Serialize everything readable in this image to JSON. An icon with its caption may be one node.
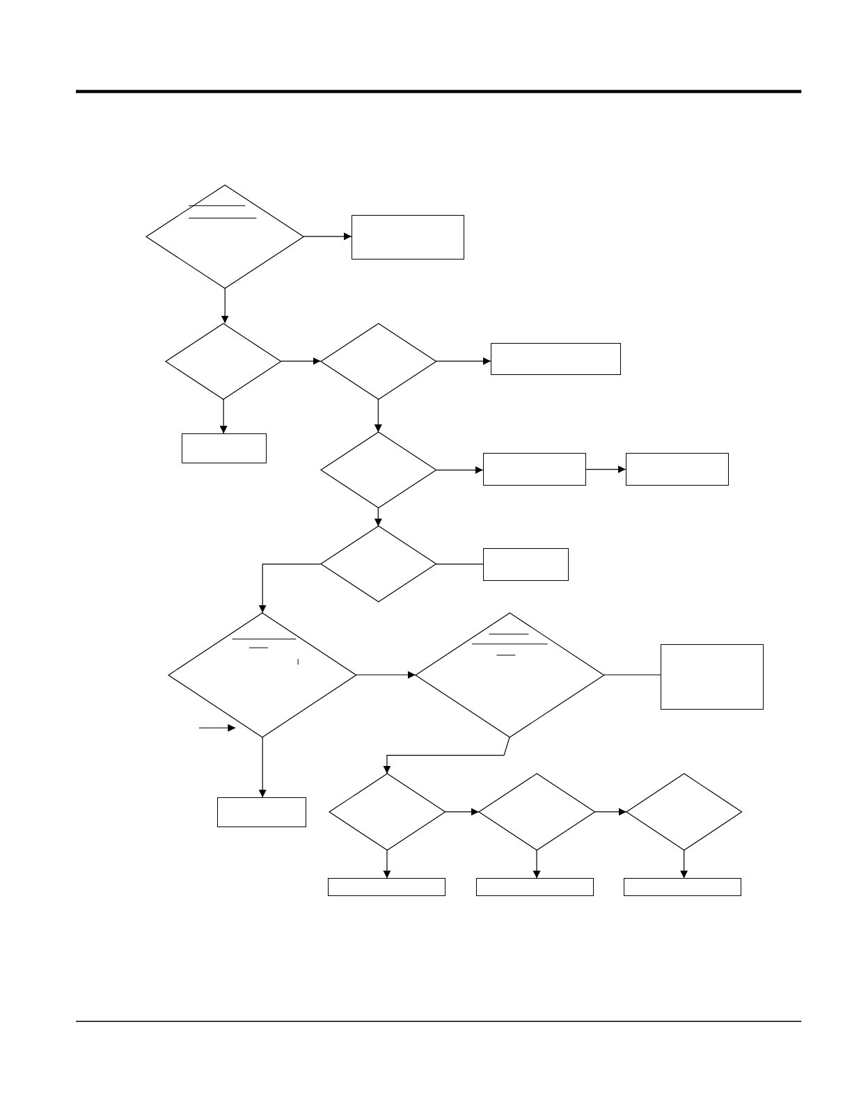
{
  "diagram": {
    "nodes": [
      {
        "text": [],
        "shape": "diamond"
      },
      {
        "text": [],
        "shape": "box"
      },
      {
        "text": [],
        "shape": "diamond"
      },
      {
        "text": [],
        "shape": "diamond"
      },
      {
        "text": [],
        "shape": "box"
      },
      {
        "text": [],
        "shape": "box"
      },
      {
        "text": [],
        "shape": "diamond"
      },
      {
        "text": [],
        "shape": "box"
      },
      {
        "text": [],
        "shape": "box"
      },
      {
        "text": [],
        "shape": "diamond"
      },
      {
        "text": [],
        "shape": "box"
      },
      {
        "text": [],
        "shape": "diamond"
      },
      {
        "text": [],
        "shape": "diamond"
      },
      {
        "text": [],
        "shape": "box"
      },
      {
        "text": [],
        "shape": "box"
      },
      {
        "text": [],
        "shape": "diamond"
      },
      {
        "text": [],
        "shape": "diamond"
      },
      {
        "text": [],
        "shape": "diamond"
      },
      {
        "text": [],
        "shape": "box"
      },
      {
        "text": [],
        "shape": "box"
      },
      {
        "text": [],
        "shape": "box"
      }
    ],
    "edges": [
      {
        "from": 0,
        "to": 1,
        "arrow": "to"
      },
      {
        "from": 0,
        "to": 2,
        "arrow": "to"
      },
      {
        "from": 2,
        "to": 3,
        "arrow": "to"
      },
      {
        "from": 2,
        "to": 5,
        "arrow": "to"
      },
      {
        "from": 3,
        "to": 4,
        "arrow": "to"
      },
      {
        "from": 3,
        "to": 6,
        "arrow": "to"
      },
      {
        "from": 6,
        "to": 7,
        "arrow": "to"
      },
      {
        "from": 7,
        "to": 8,
        "arrow": "to"
      },
      {
        "from": 6,
        "to": 9,
        "arrow": "to"
      },
      {
        "from": 9,
        "to": 10,
        "arrow": "none"
      },
      {
        "from": 9,
        "to": 11,
        "arrow": "to"
      },
      {
        "from": 11,
        "to": 12,
        "arrow": "to"
      },
      {
        "from": 12,
        "to": 13,
        "arrow": "none"
      },
      {
        "from": null,
        "to": 11,
        "arrow": "to"
      },
      {
        "from": 11,
        "to": 14,
        "arrow": "to"
      },
      {
        "from": 12,
        "to": 15,
        "arrow": "to"
      },
      {
        "from": 15,
        "to": 16,
        "arrow": "to"
      },
      {
        "from": 16,
        "to": 17,
        "arrow": "to"
      },
      {
        "from": 15,
        "to": 18,
        "arrow": "to"
      },
      {
        "from": 16,
        "to": 19,
        "arrow": "to"
      },
      {
        "from": 17,
        "to": 20,
        "arrow": "to"
      }
    ]
  }
}
